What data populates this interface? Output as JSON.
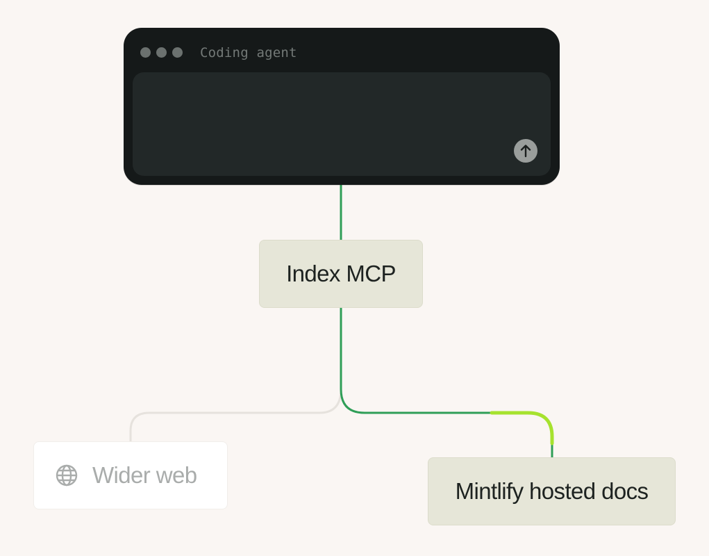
{
  "agent_window": {
    "title": "Coding agent",
    "dot_count": 3,
    "send_icon": "arrow-up-icon"
  },
  "nodes": {
    "index_mcp": {
      "label": "Index MCP"
    },
    "mintlify": {
      "label": "Mintlify hosted docs"
    },
    "wider_web": {
      "label": "Wider web",
      "icon": "globe-icon"
    }
  },
  "colors": {
    "background": "#faf6f3",
    "window": "#151919",
    "prompt_area": "#222828",
    "node_fill": "#e6e6d8",
    "connector_active": "#2f9e57",
    "connector_highlight": "#a6e22e",
    "connector_inactive": "#e6e2dd"
  }
}
